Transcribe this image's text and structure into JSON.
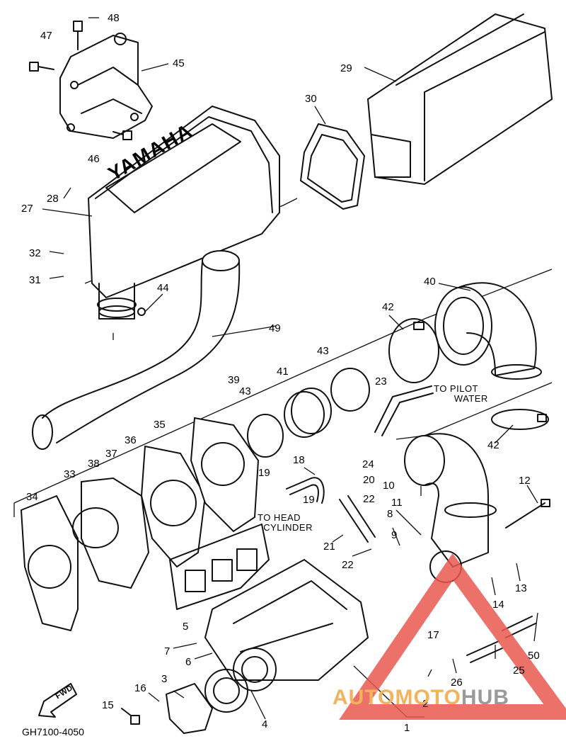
{
  "labels": {
    "n1": "1",
    "n2": "2",
    "n3": "3",
    "n4": "4",
    "n5": "5",
    "n6": "6",
    "n7": "7",
    "n8": "8",
    "n9": "9",
    "n10": "10",
    "n11": "11",
    "n12": "12",
    "n13": "13",
    "n14": "14",
    "n15": "15",
    "n16": "16",
    "n17": "17",
    "n18": "18",
    "n19a": "19",
    "n19b": "19",
    "n20": "20",
    "n21": "21",
    "n22a": "22",
    "n22b": "22",
    "n23": "23",
    "n24": "24",
    "n25": "25",
    "n26": "26",
    "n27": "27",
    "n28": "28",
    "n29": "29",
    "n30": "30",
    "n31": "31",
    "n32": "32",
    "n33": "33",
    "n34": "34",
    "n35": "35",
    "n36": "36",
    "n37": "37",
    "n38": "38",
    "n39": "39",
    "n40": "40",
    "n41": "41",
    "n42a": "42",
    "n42b": "42",
    "n43a": "43",
    "n43b": "43",
    "n44": "44",
    "n45": "45",
    "n46": "46",
    "n47": "47",
    "n48": "48",
    "n49": "49",
    "n50": "50"
  },
  "notes": {
    "to_pilot_water": "TO PILOT\n       WATER",
    "to_head_cylinder": "TO HEAD\n  CYLINDER",
    "fwd": "FWD",
    "drawing_code": "GH7100-4050",
    "cover_text": "YAMAHA"
  },
  "watermark": {
    "part1": "AUTO",
    "part2": "MOTO",
    "part3": "HUB",
    "color_primary": "#f2b35b",
    "color_secondary": "#9a9a9a",
    "triangle_color": "#e8584f"
  }
}
